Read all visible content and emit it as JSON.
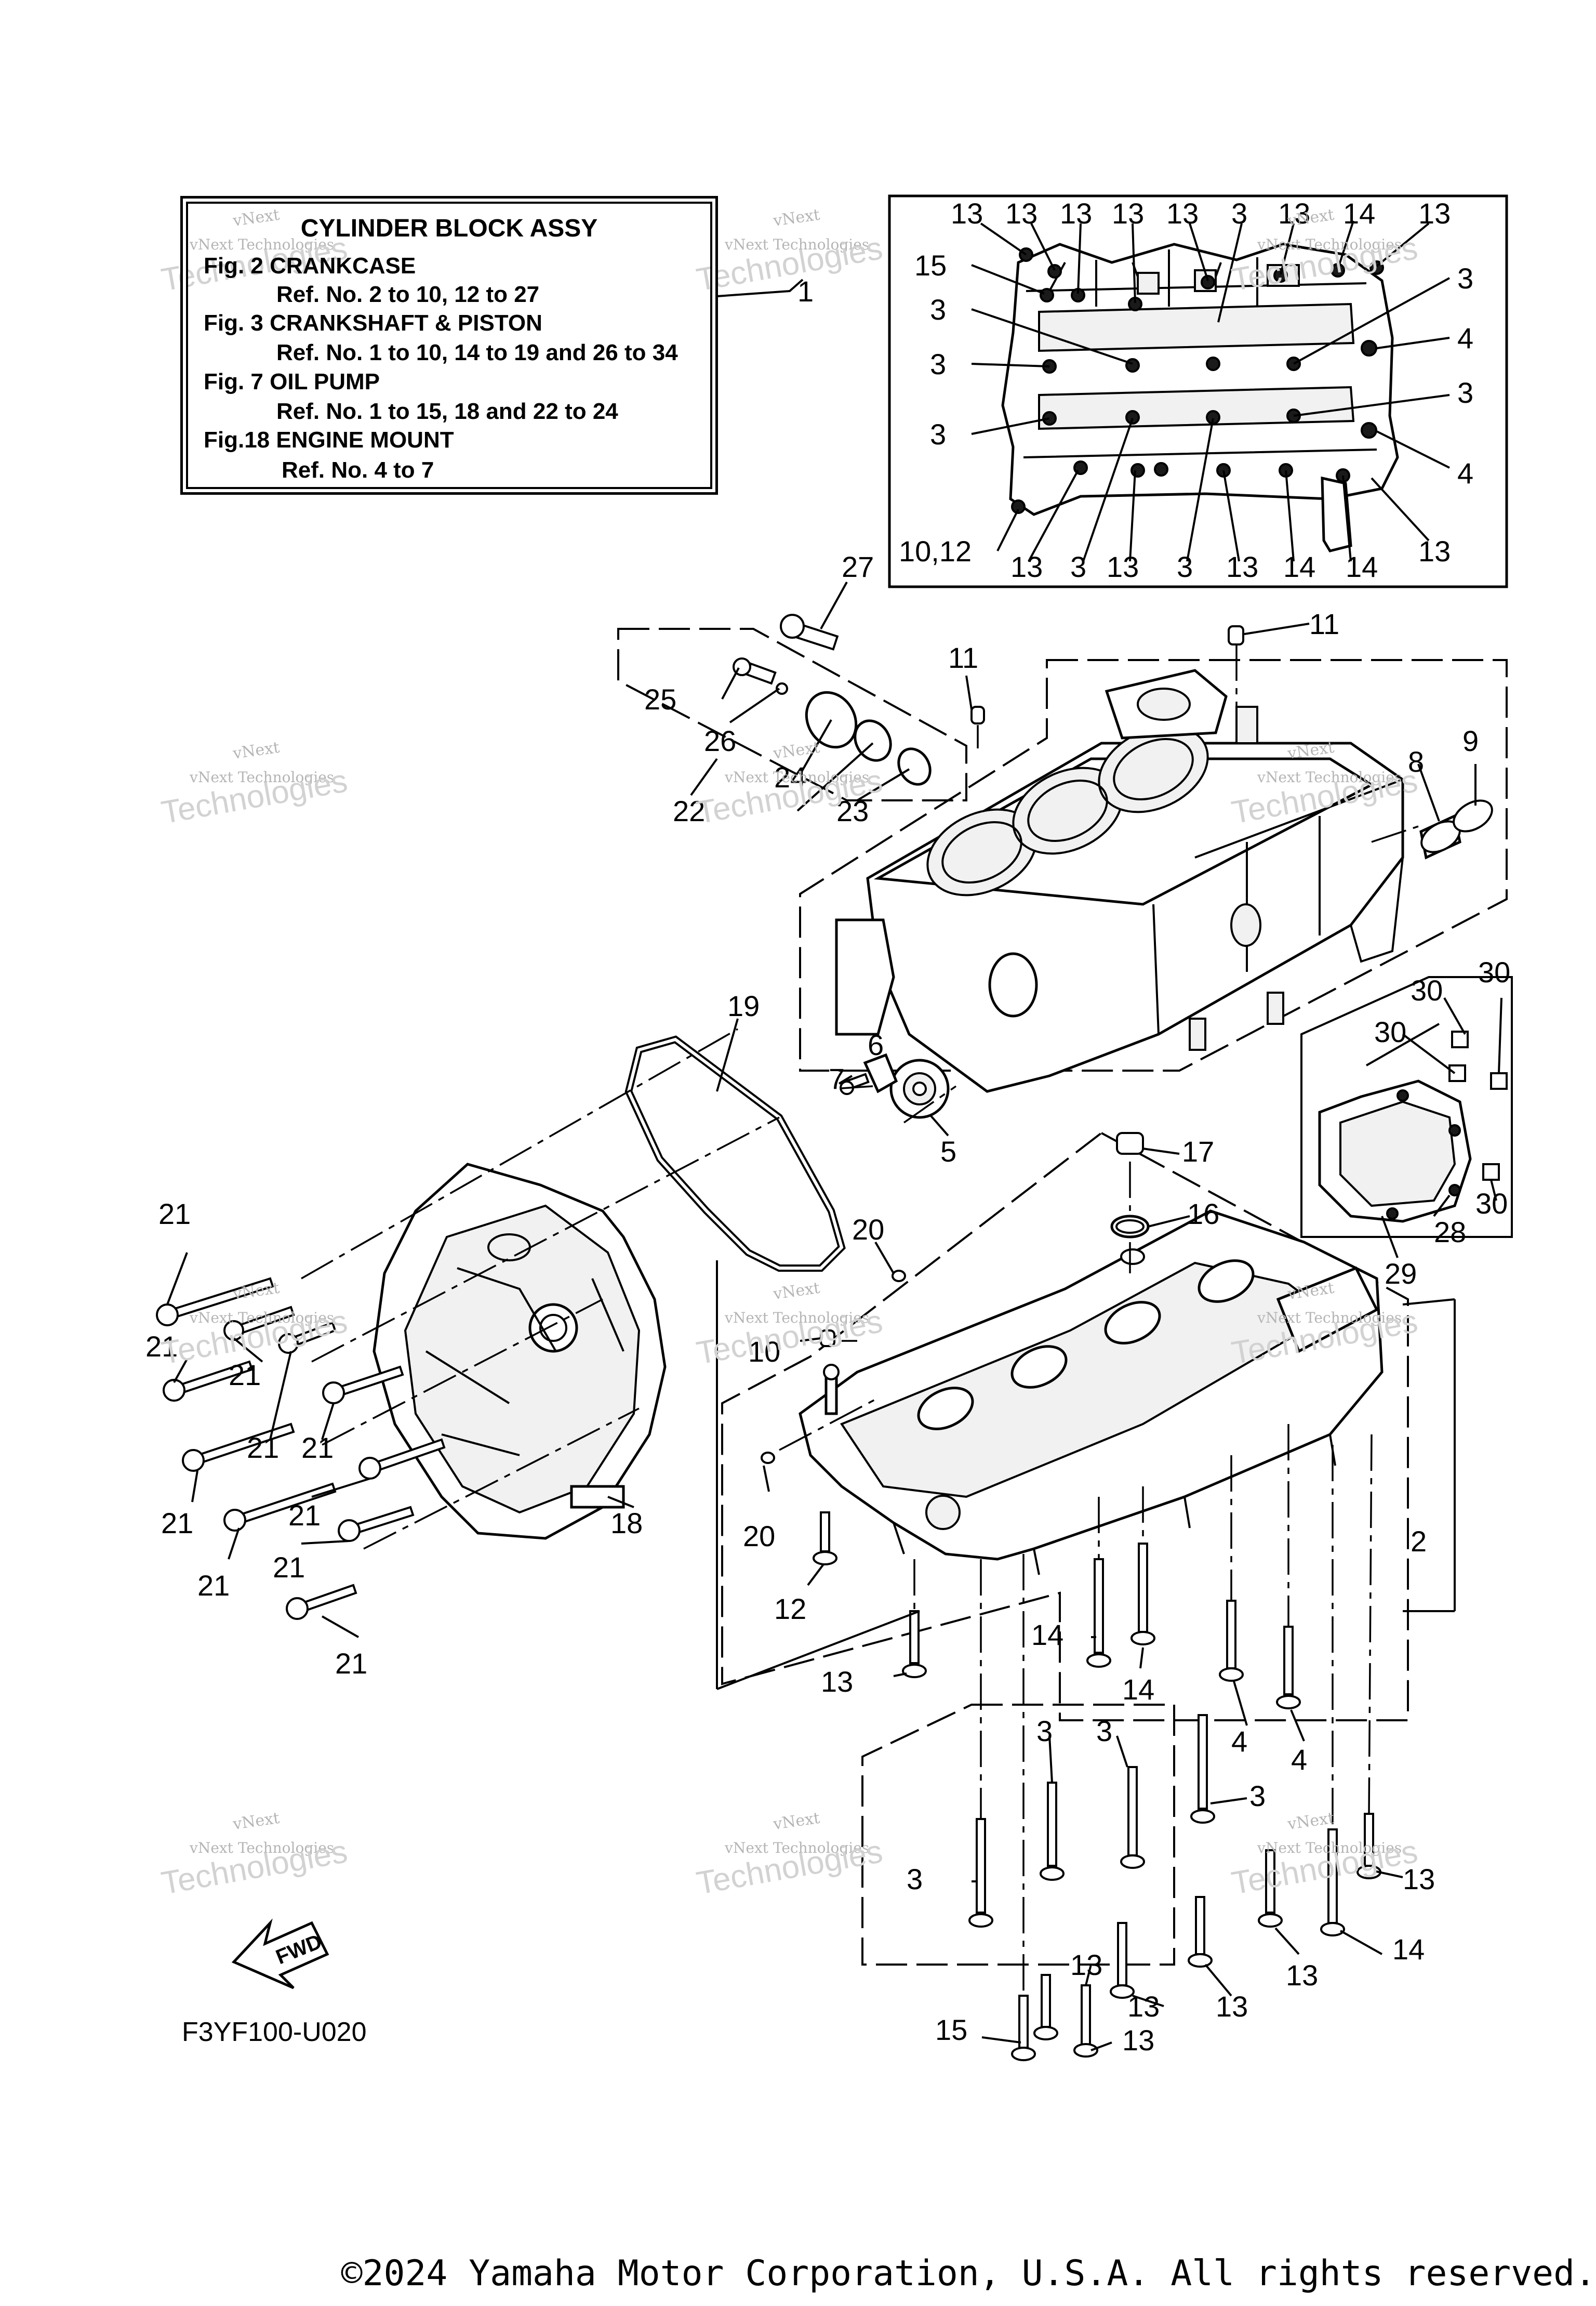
{
  "reference_box": {
    "title": "CYLINDER BLOCK ASSY",
    "lines": [
      {
        "kind": "fig",
        "text": "Fig. 2 CRANKCASE"
      },
      {
        "kind": "sub",
        "text": "Ref. No. 2 to 10, 12  to 27"
      },
      {
        "kind": "fig",
        "text": "Fig.  3 CRANKSHAFT & PISTON"
      },
      {
        "kind": "sub",
        "text": "Ref. No. 1 to 10, 14 to 19 and 26 to 34"
      },
      {
        "kind": "fig",
        "text": "Fig. 7 OIL PUMP"
      },
      {
        "kind": "sub",
        "text": "Ref. No. 1 to 15, 18 and 22 to 24"
      },
      {
        "kind": "fig",
        "text": "Fig.18 ENGINE MOUNT"
      },
      {
        "kind": "sub",
        "text": "Ref. No. 4 to 7"
      }
    ]
  },
  "callouts": {
    "box_ref": "1",
    "inset": [
      "13",
      "13",
      "13",
      "13",
      "13",
      "3",
      "13",
      "14",
      "13",
      "15",
      "3",
      "3",
      "3",
      "3",
      "3",
      "4",
      "4",
      "10,12",
      "13",
      "3",
      "13",
      "3",
      "13",
      "14",
      "14",
      "13"
    ],
    "main": [
      "27",
      "11",
      "11",
      "25",
      "26",
      "24",
      "23",
      "22",
      "8",
      "9",
      "19",
      "6",
      "7",
      "5",
      "17",
      "16",
      "30",
      "30",
      "30",
      "30",
      "28",
      "29",
      "21",
      "21",
      "21",
      "21",
      "21",
      "21",
      "21",
      "21",
      "21",
      "21",
      "20",
      "10",
      "20",
      "12",
      "18",
      "2",
      "13",
      "14",
      "14",
      "4",
      "4",
      "3",
      "3",
      "3",
      "3",
      "13",
      "14",
      "13",
      "13",
      "13",
      "13",
      "15",
      "13"
    ]
  },
  "figure_code": "F3YF100-U020",
  "fwd_label": "FWD",
  "watermark": {
    "line1": "vNext",
    "line2": "vNext Technologies",
    "line3": "Technologies"
  },
  "copyright": "©2024 Yamaha Motor Corporation, U.S.A. All rights reserved."
}
